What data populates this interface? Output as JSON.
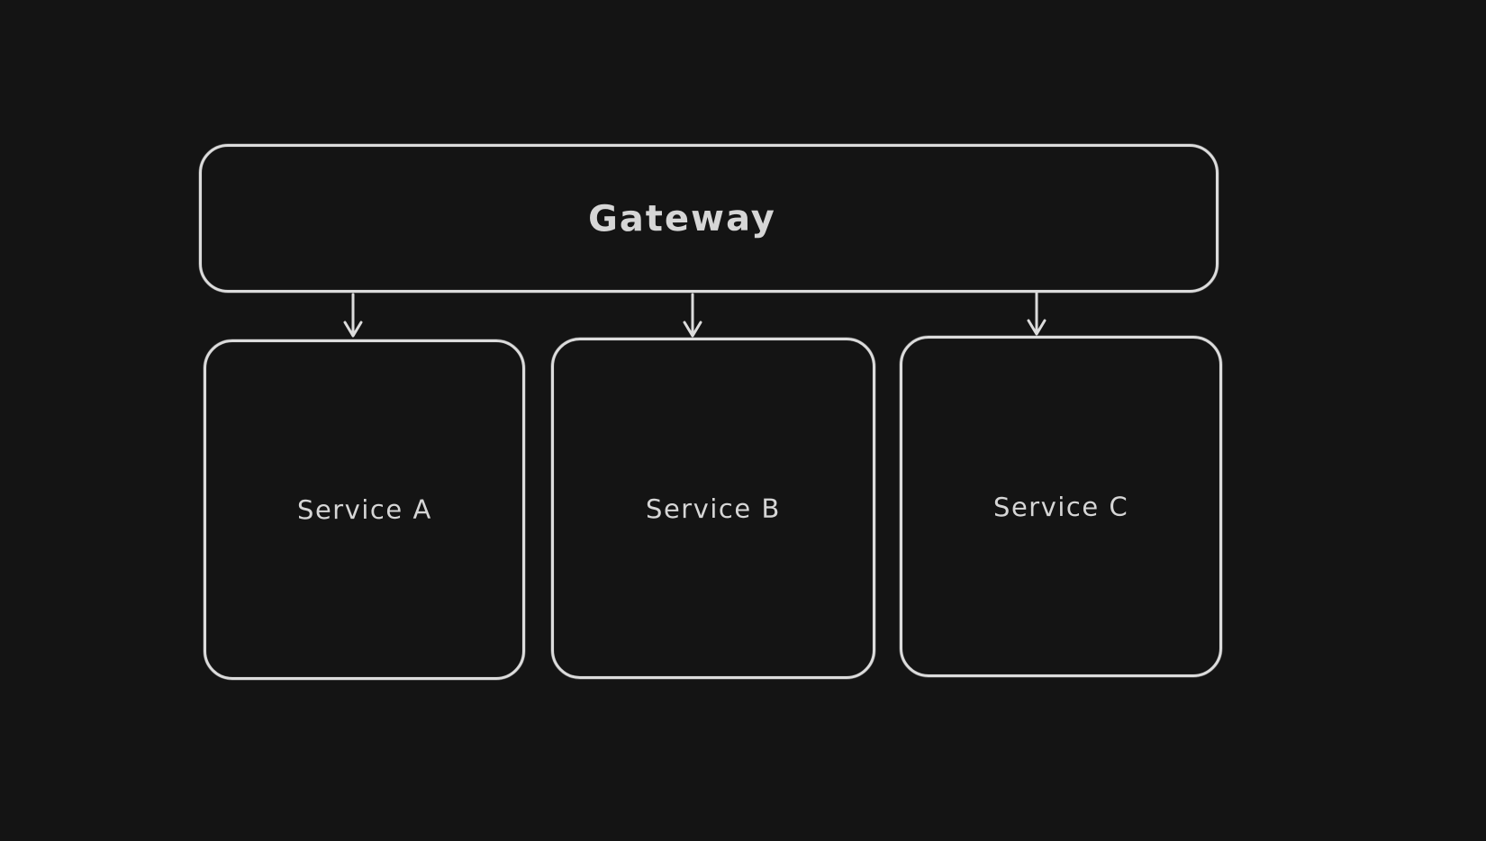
{
  "colors": {
    "background": "#141414",
    "stroke": "#dcdcdc",
    "label": "#d6d6d6"
  },
  "diagram": {
    "title": "Gateway and services architecture diagram",
    "style": "hand-drawn sketch, dark theme",
    "nodes": [
      {
        "id": "gateway",
        "label": "Gateway",
        "shape": "rounded-rectangle"
      },
      {
        "id": "service-a",
        "label": "Service A",
        "shape": "rounded-rectangle"
      },
      {
        "id": "service-b",
        "label": "Service B",
        "shape": "rounded-rectangle"
      },
      {
        "id": "service-c",
        "label": "Service C",
        "shape": "rounded-rectangle"
      }
    ],
    "edges": [
      {
        "from": "gateway",
        "to": "service-a",
        "type": "arrow",
        "direction": "down"
      },
      {
        "from": "gateway",
        "to": "service-b",
        "type": "arrow",
        "direction": "down"
      },
      {
        "from": "gateway",
        "to": "service-c",
        "type": "arrow",
        "direction": "down"
      }
    ]
  }
}
